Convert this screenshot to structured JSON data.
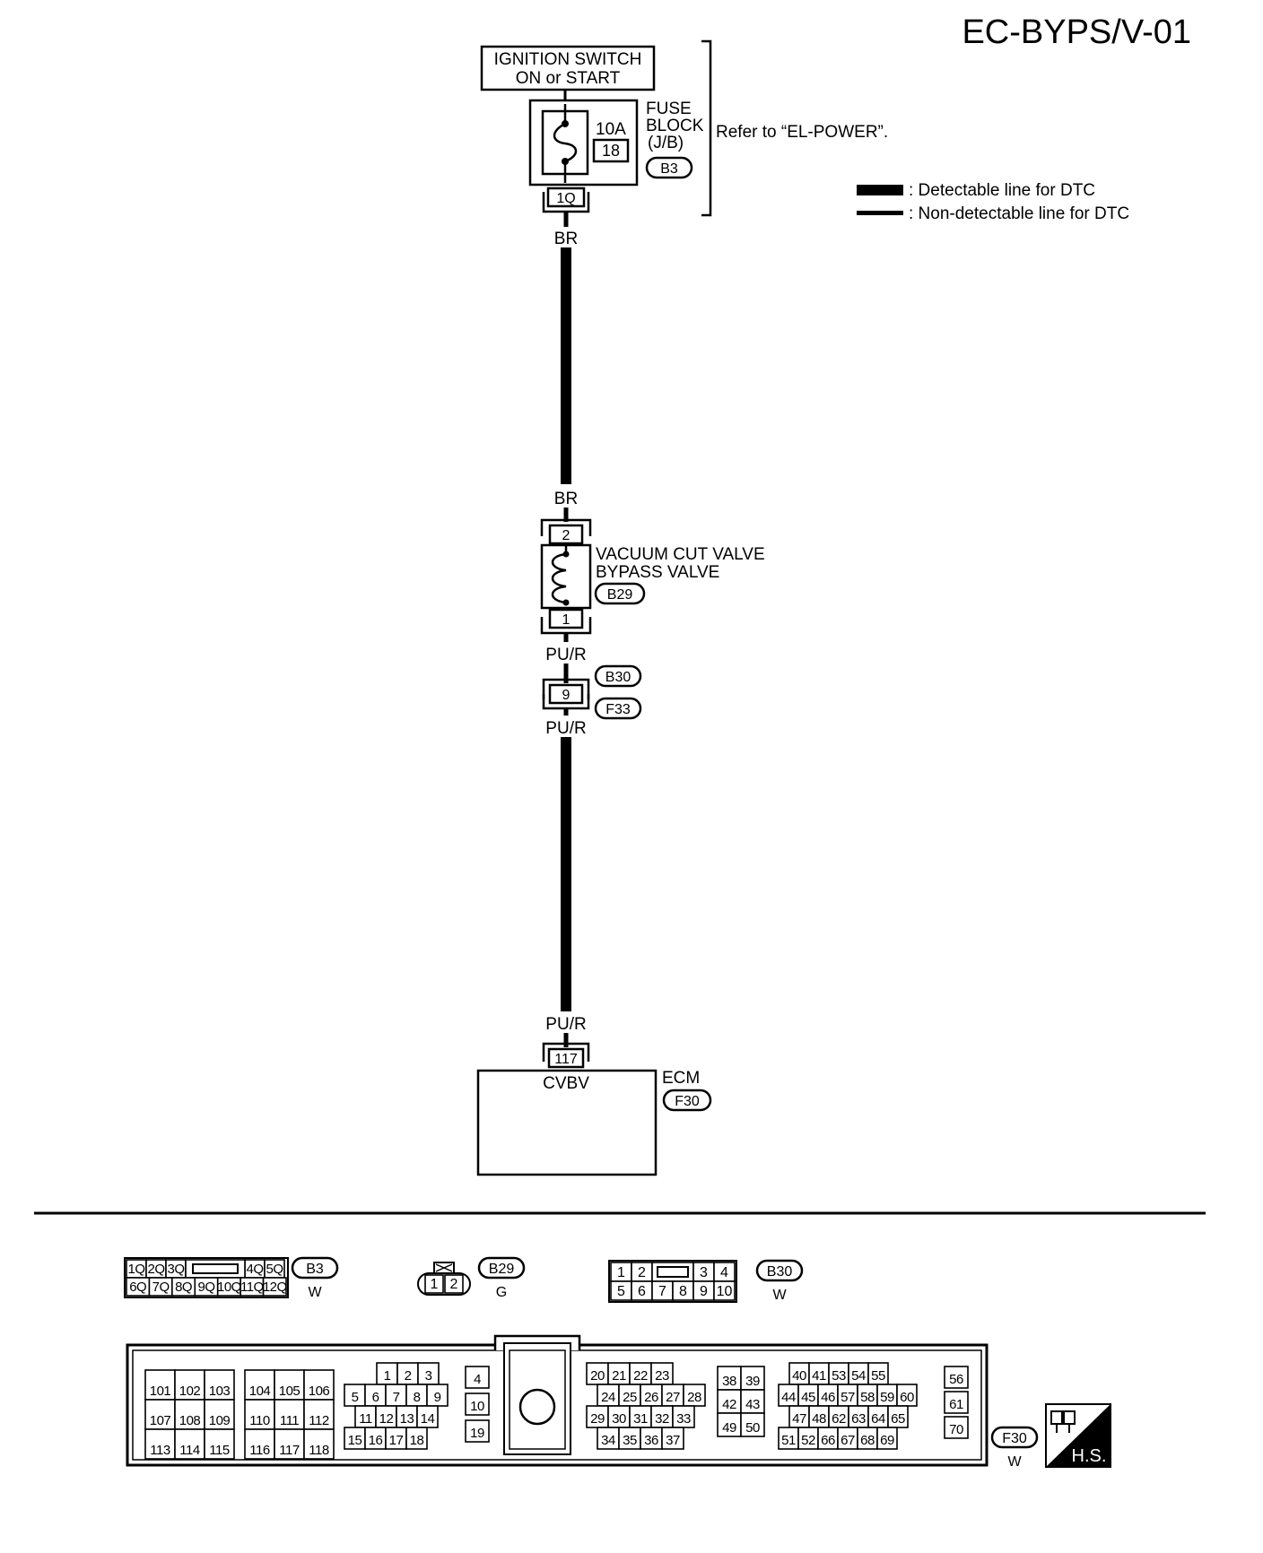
{
  "page_code": "EC-BYPS/V-01",
  "ignition": {
    "line1": "IGNITION SWITCH",
    "line2": "ON or START"
  },
  "fuse": {
    "rating": "10A",
    "number": "18",
    "name_lines": [
      "FUSE",
      "BLOCK",
      "(J/B)"
    ],
    "connector": "B3",
    "terminal": "1Q",
    "refer_note": "Refer to “EL-POWER”."
  },
  "legend": {
    "detectable": ": Detectable line for DTC",
    "non_detectable": ": Non-detectable line for DTC"
  },
  "wires": {
    "upper_color": "BR",
    "lower_color": "PU/R"
  },
  "valve": {
    "name_line1": "VACUUM CUT VALVE",
    "name_line2": "BYPASS VALVE",
    "connector": "B29",
    "pin_top": "2",
    "pin_bottom": "1"
  },
  "joint": {
    "pin": "9",
    "connector_top": "B30",
    "connector_bottom": "F33"
  },
  "ecm": {
    "name": "ECM",
    "connector": "F30",
    "terminal": "117",
    "signal": "CVBV"
  },
  "connector_views": {
    "b3": {
      "id": "B3",
      "color": "W",
      "row1": [
        "1Q",
        "2Q",
        "3Q",
        "4Q",
        "5Q"
      ],
      "row2": [
        "6Q",
        "7Q",
        "8Q",
        "9Q",
        "10Q",
        "11Q",
        "12Q"
      ]
    },
    "b29": {
      "id": "B29",
      "color": "G",
      "pins": [
        "1",
        "2"
      ]
    },
    "b30": {
      "id": "B30",
      "color": "W",
      "row1": [
        "1",
        "2",
        "3",
        "4"
      ],
      "row2": [
        "5",
        "6",
        "7",
        "8",
        "9",
        "10"
      ]
    },
    "f30": {
      "id": "F30",
      "color": "W",
      "group_a": [
        [
          "101",
          "102",
          "103"
        ],
        [
          "107",
          "108",
          "109"
        ],
        [
          "113",
          "114",
          "115"
        ]
      ],
      "group_b": [
        [
          "104",
          "105",
          "106"
        ],
        [
          "110",
          "111",
          "112"
        ],
        [
          "116",
          "117",
          "118"
        ]
      ],
      "group_c": [
        [
          "1",
          "2",
          "3"
        ],
        [
          "5",
          "6",
          "7",
          "8",
          "9"
        ],
        [
          "11",
          "12",
          "13",
          "14"
        ],
        [
          "15",
          "16",
          "17",
          "18"
        ]
      ],
      "group_d": [
        "4",
        "10",
        "19"
      ],
      "group_e": [
        [
          "20",
          "21",
          "22",
          "23"
        ],
        [
          "24",
          "25",
          "26",
          "27",
          "28"
        ],
        [
          "29",
          "30",
          "31",
          "32",
          "33"
        ],
        [
          "34",
          "35",
          "36",
          "37"
        ]
      ],
      "group_f": [
        [
          "38",
          "39"
        ],
        [
          "42",
          "43"
        ],
        [
          "49",
          "50"
        ]
      ],
      "group_g": [
        [
          "40",
          "41",
          "53",
          "54",
          "55"
        ],
        [
          "44",
          "45",
          "46",
          "57",
          "58",
          "59",
          "60"
        ],
        [
          "47",
          "48",
          "62",
          "63",
          "64",
          "65"
        ],
        [
          "51",
          "52",
          "66",
          "67",
          "68",
          "69"
        ]
      ],
      "group_h": [
        "56",
        "61",
        "70"
      ]
    }
  },
  "badge": {
    "label": "H.S."
  }
}
